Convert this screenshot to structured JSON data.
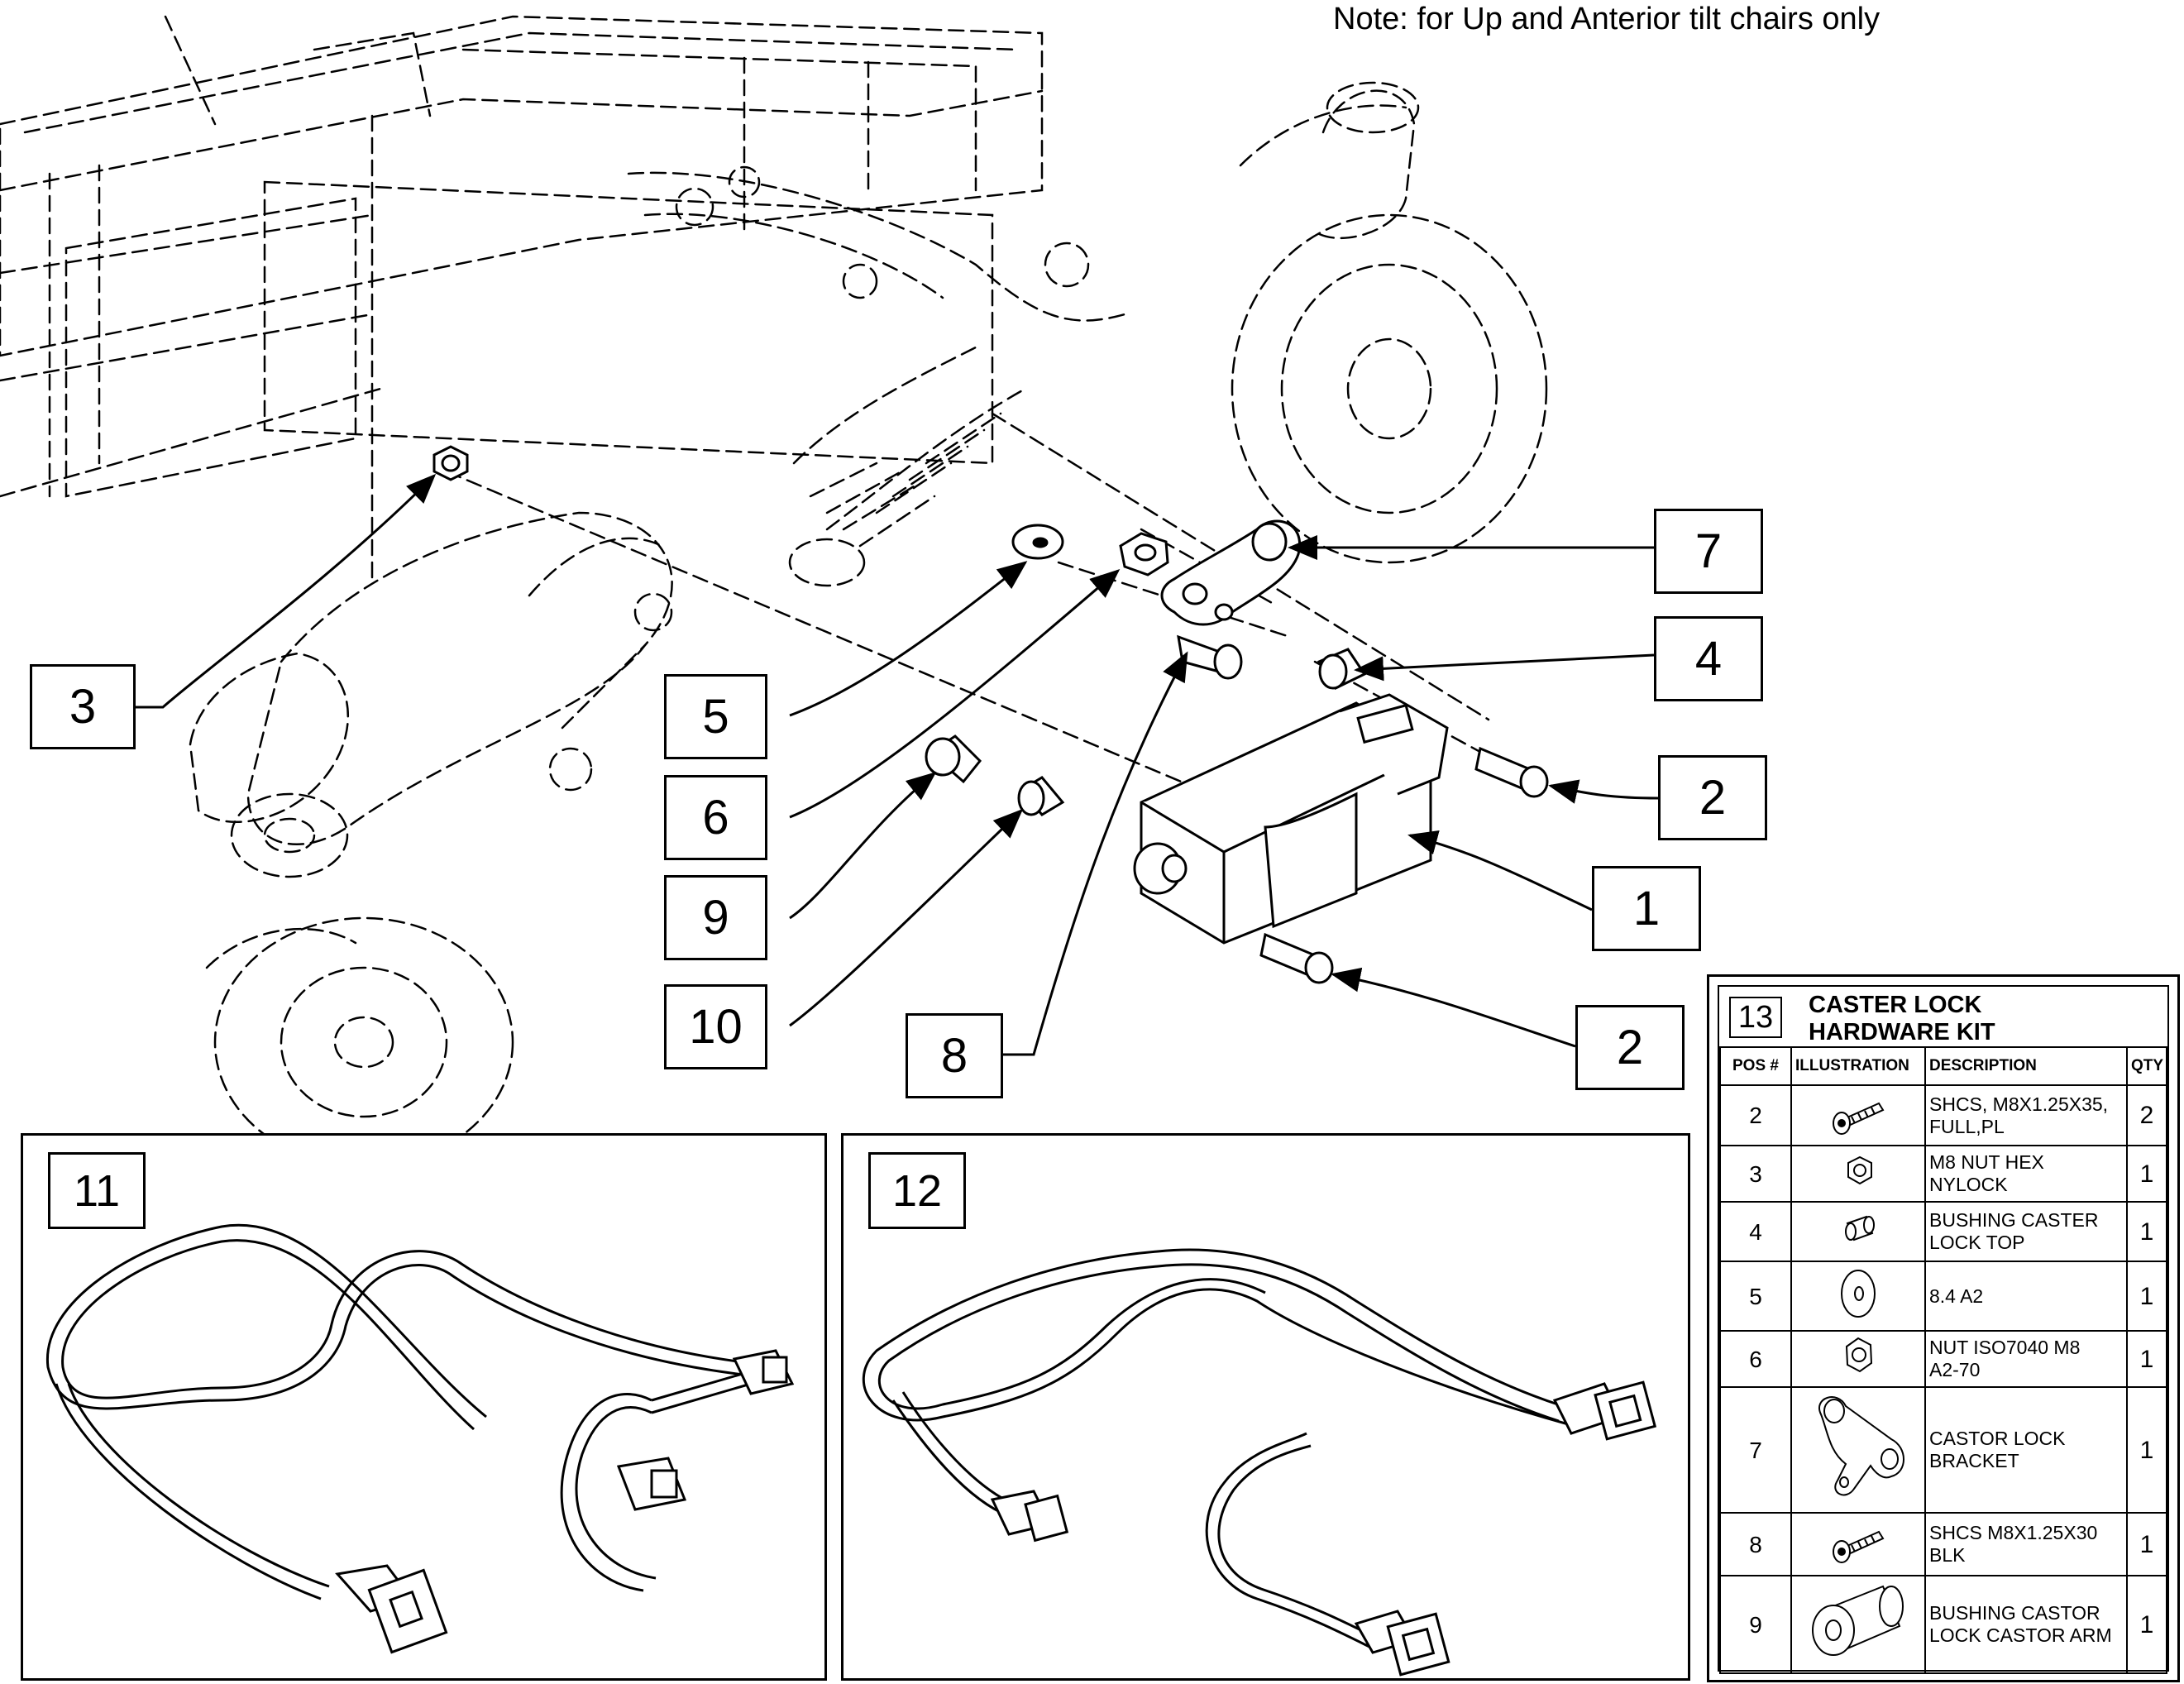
{
  "note": "Note: for Up and Anterior tilt chairs only",
  "callouts": [
    "7",
    "4",
    "2",
    "1",
    "2",
    "3",
    "5",
    "6",
    "9",
    "10",
    "8"
  ],
  "panels": {
    "cable_a": "11",
    "cable_b": "12"
  },
  "kit": {
    "number": "13",
    "title_line1": "CASTER LOCK",
    "title_line2": "HARDWARE KIT",
    "headers": {
      "pos": "POS #",
      "illustration": "ILLUSTRATION",
      "description": "DESCRIPTION",
      "qty": "QTY"
    },
    "rows": [
      {
        "pos": "2",
        "icon": "screw-icon",
        "desc1": "SHCS, M8X1.25X35,",
        "desc2": "FULL,PL",
        "qty": "2"
      },
      {
        "pos": "3",
        "icon": "nylock-nut-icon",
        "desc1": "M8 NUT HEX",
        "desc2": "NYLOCK",
        "qty": "1"
      },
      {
        "pos": "4",
        "icon": "bushing-icon",
        "desc1": "BUSHING CASTER",
        "desc2": "LOCK TOP",
        "qty": "1"
      },
      {
        "pos": "5",
        "icon": "washer-icon",
        "desc1": "8.4 A2",
        "desc2": "",
        "qty": "1"
      },
      {
        "pos": "6",
        "icon": "hex-nut-icon",
        "desc1": "NUT ISO7040 M8",
        "desc2": "A2-70",
        "qty": "1"
      },
      {
        "pos": "7",
        "icon": "bracket-icon",
        "desc1": "CASTOR LOCK",
        "desc2": "BRACKET",
        "qty": "1"
      },
      {
        "pos": "8",
        "icon": "screw-icon",
        "desc1": "SHCS M8X1.25X30",
        "desc2": "BLK",
        "qty": "1"
      },
      {
        "pos": "9",
        "icon": "large-bushing-icon",
        "desc1": "BUSHING CASTOR",
        "desc2": "LOCK CASTOR ARM",
        "qty": "1"
      }
    ]
  }
}
